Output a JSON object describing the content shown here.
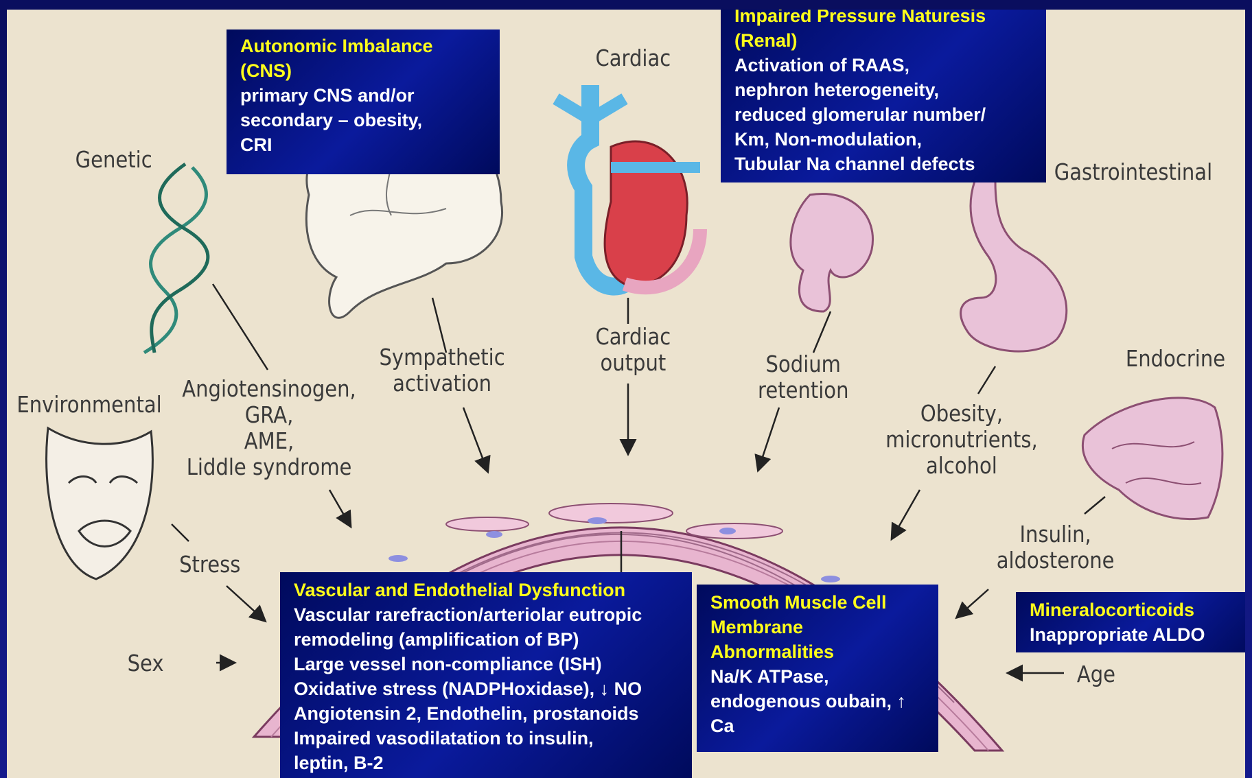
{
  "organ_labels": {
    "genetic": "Genetic",
    "cardiac": "Cardiac",
    "gastrointestinal": "Gastrointestinal",
    "endocrine": "Endocrine",
    "environmental": "Environmental"
  },
  "mechanism_labels": {
    "angiotensinogen": [
      "Angiotensinogen,",
      "GRA,",
      "AME,",
      "Liddle syndrome"
    ],
    "sympathetic": [
      "Sympathetic",
      "activation"
    ],
    "cardiac_output": [
      "Cardiac",
      "output"
    ],
    "sodium_retention": [
      "Sodium",
      "retention"
    ],
    "obesity": [
      "Obesity,",
      "micronutrients,",
      "alcohol"
    ],
    "insulin": [
      "Insulin,",
      "aldosterone"
    ],
    "stress": "Stress",
    "sex": "Sex",
    "age": "Age"
  },
  "boxes": {
    "cns": {
      "heading": [
        "Autonomic Imbalance",
        "(CNS)"
      ],
      "lines": [
        "primary CNS and/or",
        "secondary – obesity,",
        "CRI"
      ]
    },
    "renal": {
      "heading": [
        "Impaired Pressure Naturesis",
        "(Renal)"
      ],
      "lines": [
        "Activation of RAAS,",
        "nephron heterogeneity,",
        "reduced glomerular number/",
        "Km, Non-modulation,",
        "Tubular Na channel defects"
      ]
    },
    "vascular": {
      "heading": [
        "Vascular and Endothelial Dysfunction"
      ],
      "lines": [
        "Vascular rarefraction/arteriolar eutropic",
        "remodeling (amplification of BP)",
        "Large vessel non-compliance (ISH)",
        "Oxidative stress (NADPHoxidase), ↓ NO",
        "Angiotensin 2, Endothelin, prostanoids",
        "Impaired vasodilatation to insulin,",
        "leptin, B-2"
      ]
    },
    "smooth_muscle": {
      "heading": [
        "Smooth Muscle Cell",
        "Membrane",
        "Abnormalities"
      ],
      "lines": [
        "Na/K ATPase,",
        "endogenous oubain, ↑",
        "Ca"
      ]
    },
    "mineralocorticoids": {
      "heading": [
        "Mineralocorticoids"
      ],
      "lines": [
        "Inappropriate ALDO"
      ]
    }
  },
  "colors": {
    "box_heading": "#ffff1a",
    "box_text": "#ffffff",
    "box_bg": "#0a1a9c",
    "panel_bg": "#ece3cf",
    "vessel_pink": "#e8b5cf"
  }
}
